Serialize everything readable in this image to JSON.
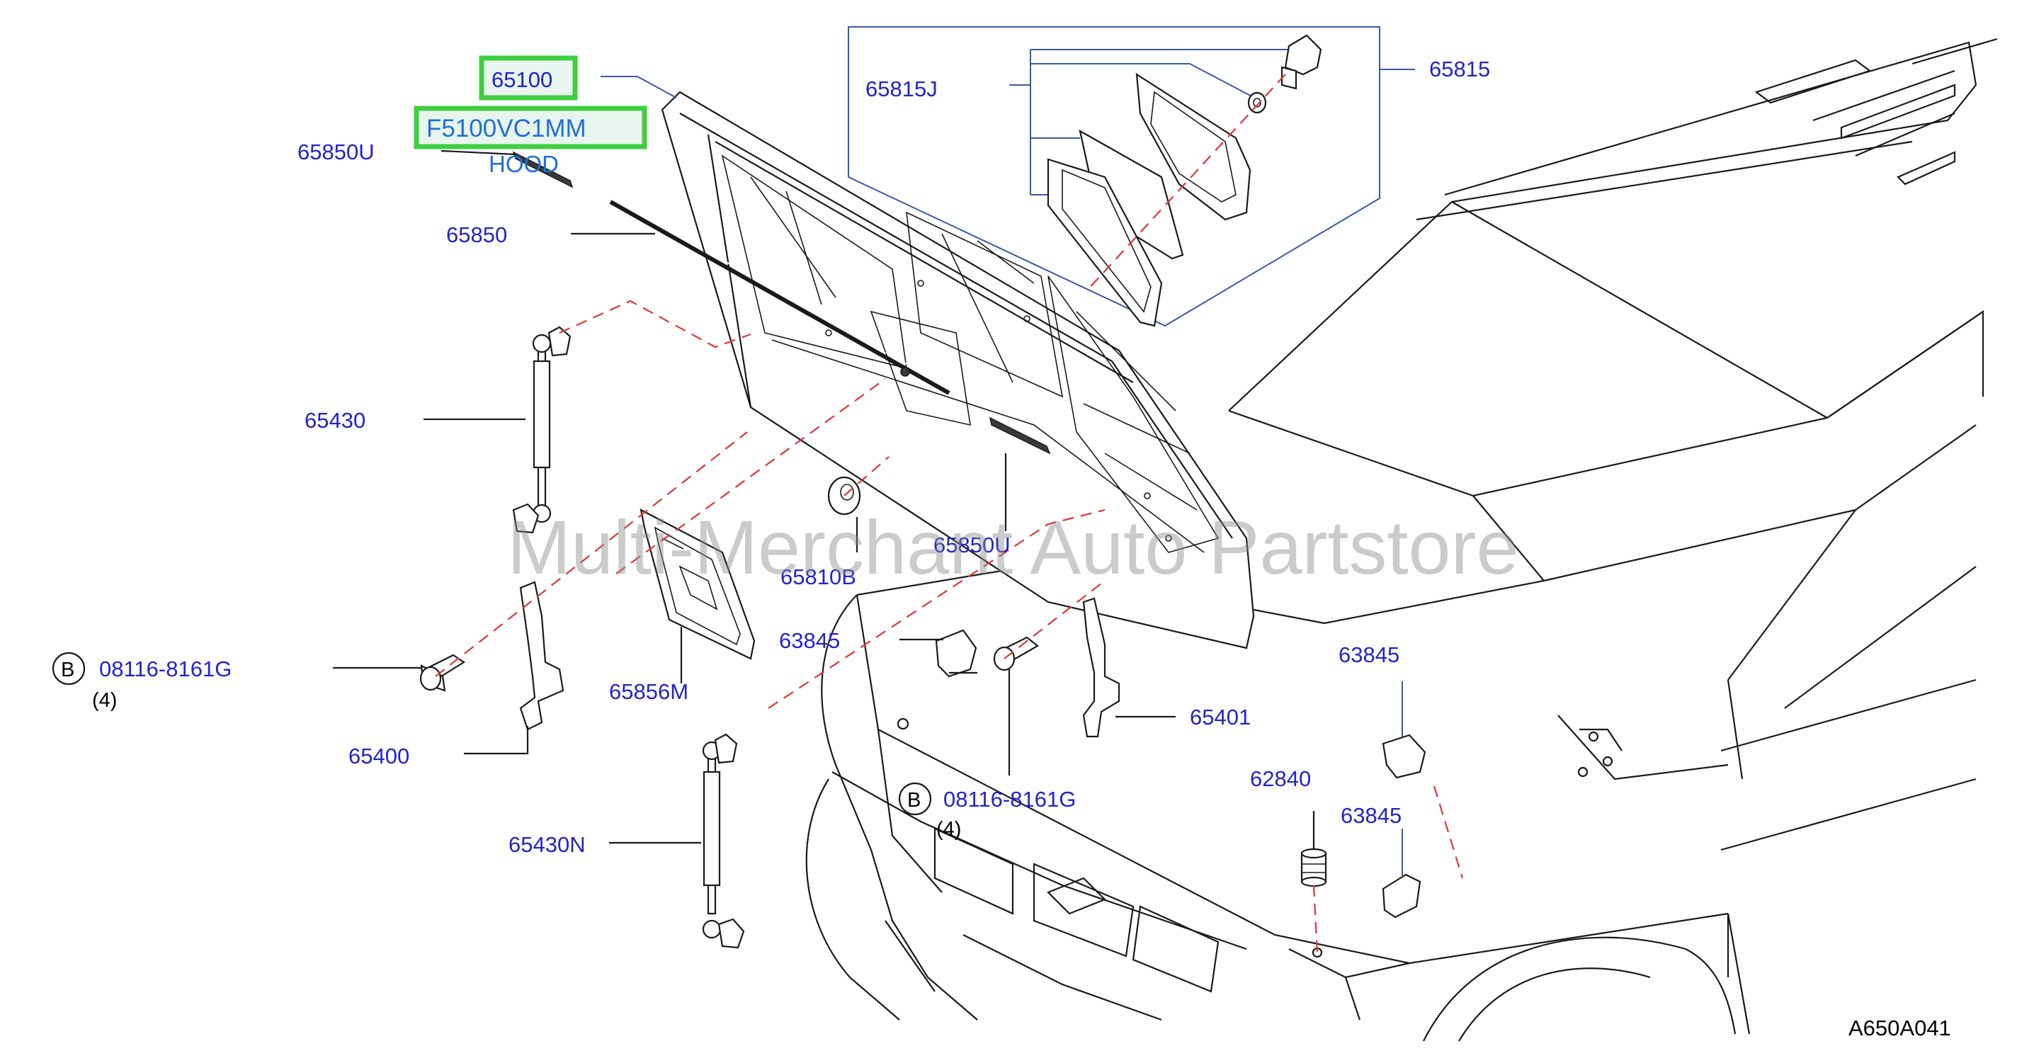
{
  "labels": {
    "p65100": "65100",
    "pF5100": "F5100VC1MM",
    "hood": "HOOD",
    "p65850U_top": "65850U",
    "p65850": "65850",
    "p65815J": "65815J",
    "p65815": "65815",
    "p65430": "65430",
    "p65810B": "65810B",
    "p65850U_mid": "65850U",
    "p63845_left": "63845",
    "p65856M": "65856M",
    "b_left_code": "08116-8161G",
    "b_left_qty": "(4)",
    "p65400": "65400",
    "p65430N": "65430N",
    "p65401": "65401",
    "b_mid_code": "08116-8161G",
    "b_mid_qty": "(4)",
    "p63845_right_top": "63845",
    "p62840": "62840",
    "p63845_right_bot": "63845",
    "b_marker": "B",
    "ref_code": "A650A041"
  },
  "watermark": "Multi-Merchant Auto Partstore",
  "colors": {
    "label": "#2323c9",
    "highlight_border": "#3fce3f",
    "highlight_text": "#1f6fd6",
    "dash_line": "#e33535",
    "line": "#1a1a1a"
  }
}
